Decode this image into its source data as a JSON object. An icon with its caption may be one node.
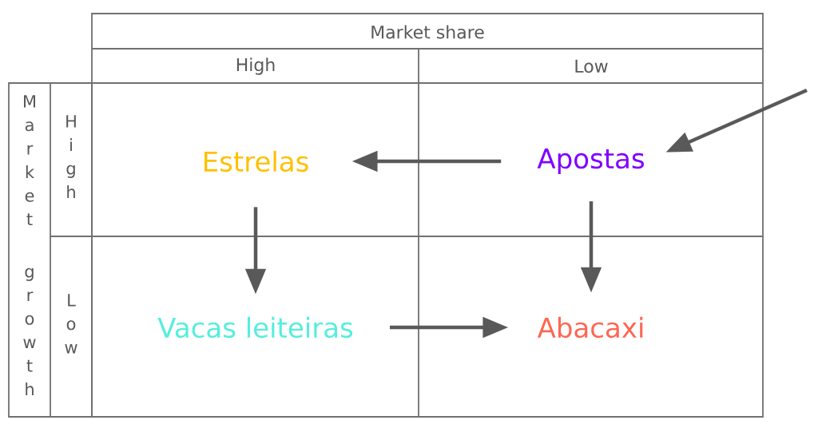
{
  "diagram": {
    "nodes": [
      {
        "text": [
          "Estrelas"
        ]
      },
      {
        "text": [
          "Apostas"
        ]
      },
      {
        "text": [
          "Vacas leiteiras"
        ]
      },
      {
        "text": [
          "Abacaxi"
        ]
      }
    ],
    "edges": [
      {
        "from": 1,
        "to": 0,
        "arrow": "to"
      },
      {
        "from": 0,
        "to": 2,
        "arrow": "to"
      },
      {
        "from": 1,
        "to": 3,
        "arrow": "to"
      },
      {
        "from": 2,
        "to": 3,
        "arrow": "to"
      },
      {
        "from": null,
        "to": 1,
        "arrow": "to"
      }
    ],
    "labels": [
      "Market share",
      "High",
      "Low",
      "Market growth",
      "High",
      "Low"
    ]
  }
}
